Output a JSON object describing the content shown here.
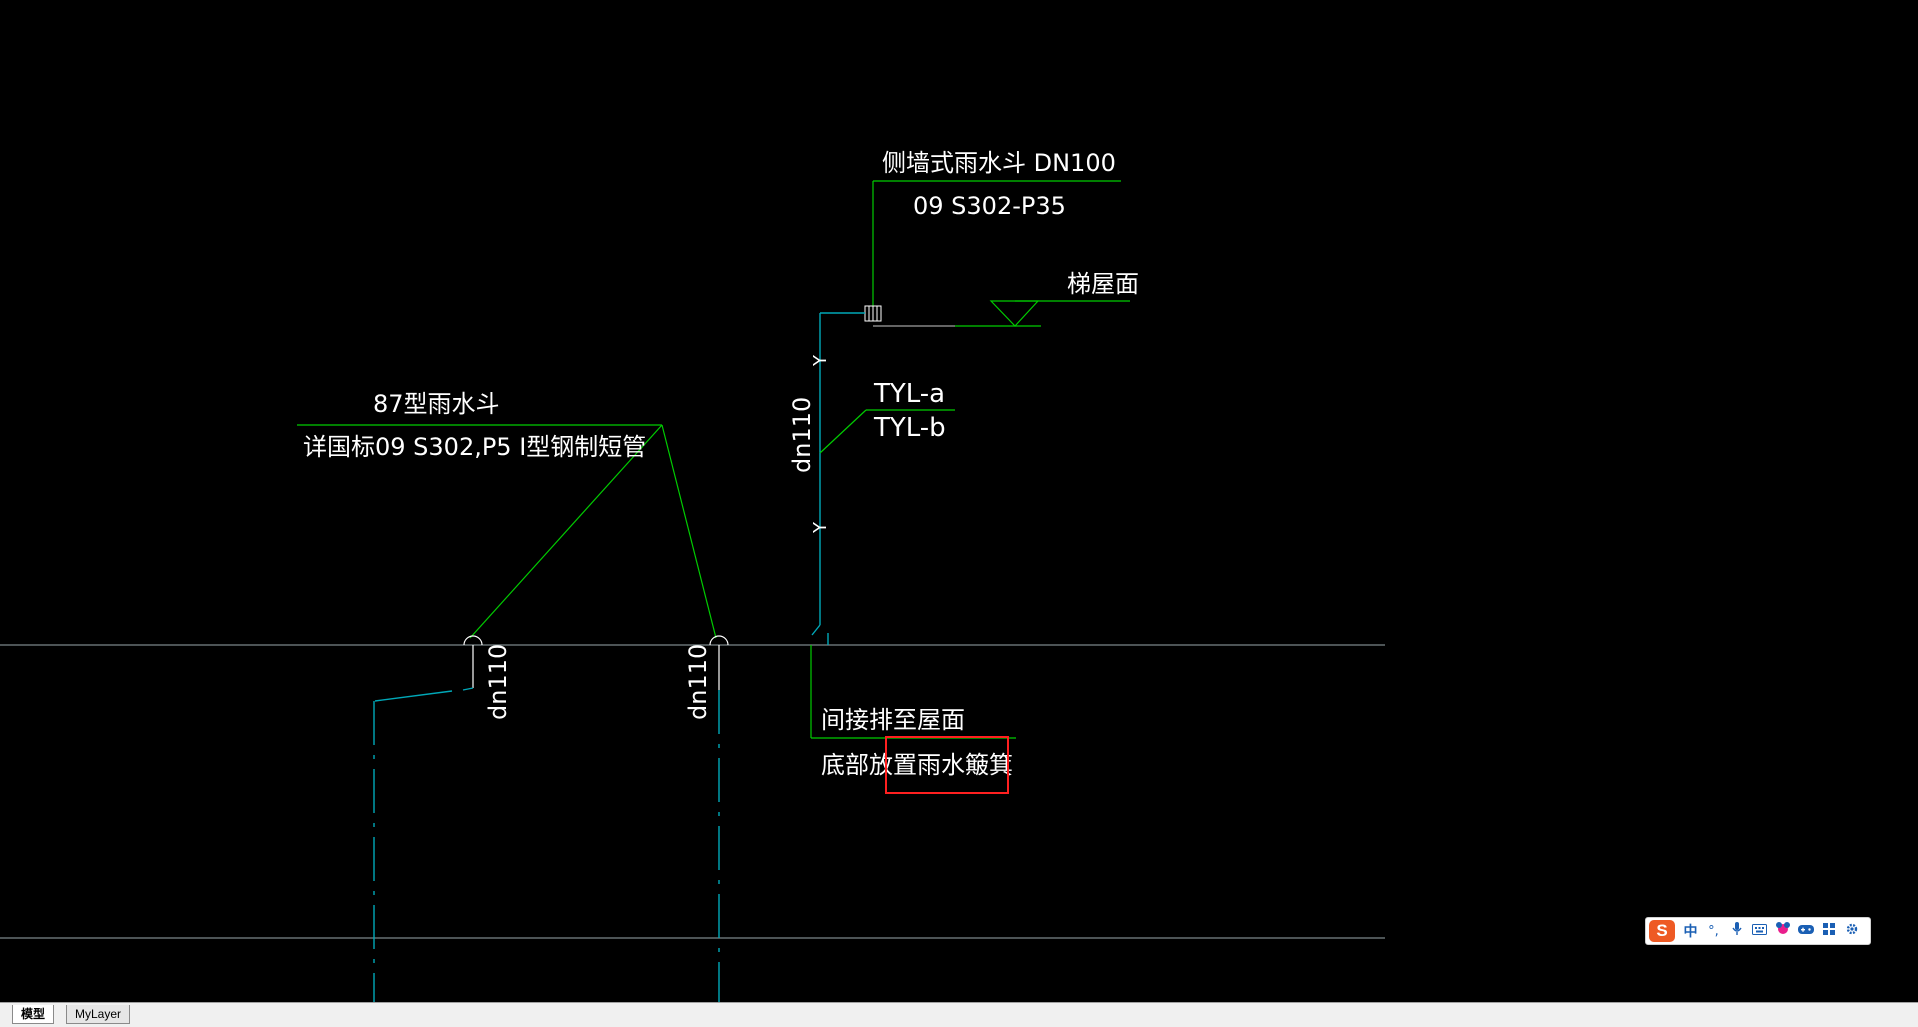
{
  "drawing": {
    "labels": {
      "side_wall_drain": "侧墙式雨水斗 DN100",
      "side_wall_std": "09 S302-P35",
      "stair_roof": "梯屋面",
      "drain87": "87型雨水斗",
      "drain87_detail": "详国标09 S302,P5 I型钢制短管",
      "pipe_a": "TYL-a",
      "pipe_b": "TYL-b",
      "dn_vertical": "dn110",
      "dn_left": "dn110",
      "dn_mid": "dn110",
      "pipe_marker_1": "Y",
      "pipe_marker_2": "Y",
      "indirect_drain": "间接排至屋面",
      "bottom_basket": "底部放置雨水簸箕"
    },
    "colors": {
      "background": "#000000",
      "leader": "#00cc00",
      "pipe": "#00a8b8",
      "text": "#ffffff",
      "highlight": "#ff2020"
    }
  },
  "layout_tabs": {
    "model": "模型",
    "layer": "MyLayer"
  },
  "ime_toolbar": {
    "logo": "S",
    "mode": "中",
    "punct": "°,",
    "icons": [
      "microphone-icon",
      "keyboard-icon",
      "skin-icon",
      "game-icon",
      "grid-icon",
      "settings-icon"
    ]
  }
}
